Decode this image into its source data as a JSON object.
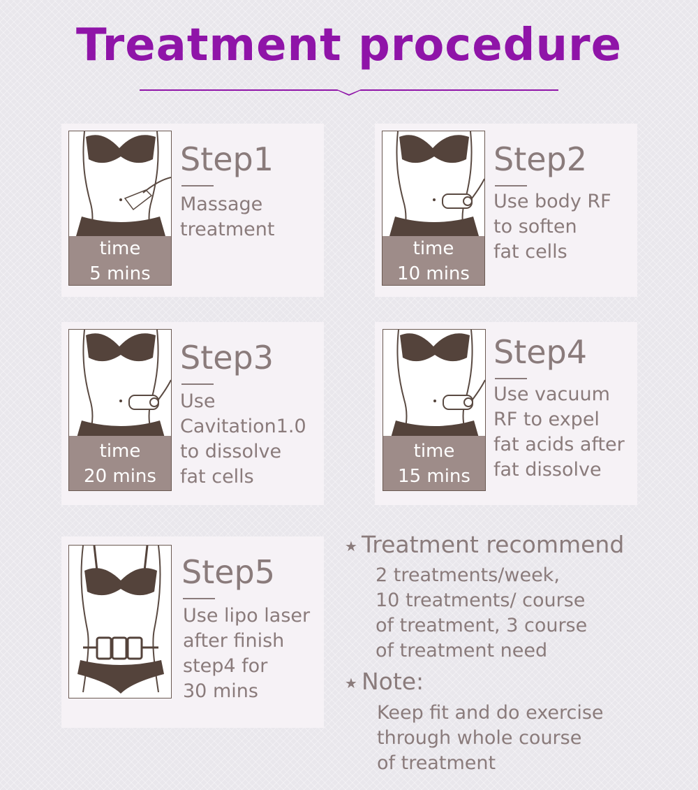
{
  "title": "Treatment procedure",
  "steps": [
    {
      "title": "Step1",
      "desc": "Massage\ntreatment",
      "time_label": "time",
      "time_value": "5 mins"
    },
    {
      "title": "Step2",
      "desc": "Use body RF\nto soften\nfat cells",
      "time_label": "time",
      "time_value": "10 mins"
    },
    {
      "title": "Step3",
      "desc": "Use\nCavitation1.0\nto dissolve\nfat cells",
      "time_label": "time",
      "time_value": "20 mins"
    },
    {
      "title": "Step4",
      "desc": "Use vacuum\nRF to expel\nfat acids after\nfat dissolve",
      "time_label": "time",
      "time_value": "15 mins"
    },
    {
      "title": "Step5",
      "desc": "Use lipo laser\nafter finish\nstep4 for\n30 mins"
    }
  ],
  "recommend": {
    "heading": "Treatment recommend",
    "body": "2 treatments/week,\n10 treatments/ course\nof treatment, 3 course\nof treatment need"
  },
  "note": {
    "heading": "Note:",
    "body": "Keep fit and do exercise\nthrough whole course\nof treatment"
  },
  "colors": {
    "title": "#8f14a8",
    "text": "#8a7b7b",
    "time_box": "#9e8c89",
    "card": "#f6f2f6"
  },
  "icons": {
    "bullet": "star-icon"
  }
}
